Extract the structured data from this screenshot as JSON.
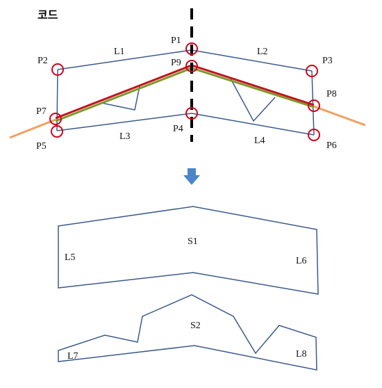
{
  "title": "코드",
  "points": {
    "p1": "P1",
    "p2": "P2",
    "p3": "P3",
    "p4": "P4",
    "p5": "P5",
    "p6": "P6",
    "p7": "P7",
    "p8": "P8",
    "p9": "P9"
  },
  "lines": {
    "l1": "L1",
    "l2": "L2",
    "l3": "L3",
    "l4": "L4",
    "l5": "L5",
    "l6": "L6",
    "l7": "L7",
    "l8": "L8"
  },
  "shapes": {
    "s1": "S1",
    "s2": "S2"
  },
  "colors": {
    "outline": "#3a5a8c",
    "marker": "#d0021b",
    "red_line": "#c0141c",
    "green_line": "#7a9a2a",
    "orange_line": "#f0a060",
    "axis": "#000000",
    "arrow": "#4a86c8"
  },
  "icons": {
    "transform_arrow": "arrow-down-icon"
  }
}
